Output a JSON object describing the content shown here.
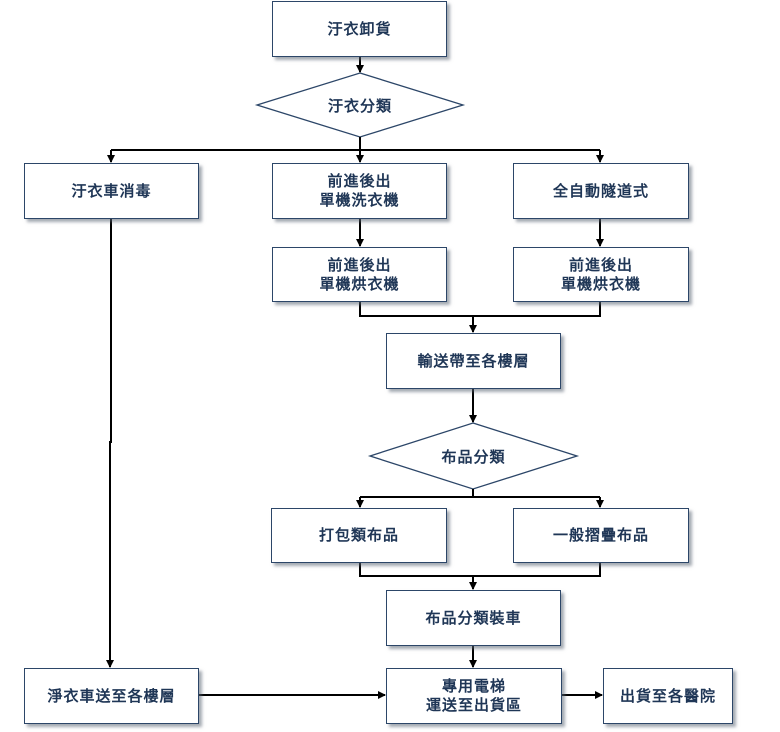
{
  "diagram": {
    "type": "flowchart",
    "colors": {
      "node_border": "#2c4668",
      "node_text": "#1f3656",
      "connector": "#000000"
    },
    "nodes": {
      "soiled_unload": {
        "label": "汙衣卸貨",
        "shape": "rect"
      },
      "soiled_sort": {
        "label": "汙衣分類",
        "shape": "diamond"
      },
      "cart_disinfect": {
        "label": "汙衣車消毒",
        "shape": "rect"
      },
      "washer": {
        "label": "前進後出\n單機洗衣機",
        "shape": "rect"
      },
      "tunnel": {
        "label": "全自動隧道式",
        "shape": "rect"
      },
      "dryer_left": {
        "label": "前進後出\n單機烘衣機",
        "shape": "rect"
      },
      "dryer_right": {
        "label": "前進後出\n單機烘衣機",
        "shape": "rect"
      },
      "conveyor": {
        "label": "輸送帶至各樓層",
        "shape": "rect"
      },
      "linen_sort": {
        "label": "布品分類",
        "shape": "diamond"
      },
      "packed": {
        "label": "打包類布品",
        "shape": "rect"
      },
      "folded": {
        "label": "一般摺疊布品",
        "shape": "rect"
      },
      "loading": {
        "label": "布品分類裝車",
        "shape": "rect"
      },
      "clean_cart": {
        "label": "淨衣車送至各樓層",
        "shape": "rect"
      },
      "elevator": {
        "label": "專用電梯\n運送至出貨區",
        "shape": "rect"
      },
      "ship": {
        "label": "出貨至各醫院",
        "shape": "rect"
      }
    },
    "edges": [
      {
        "from": "soiled_unload",
        "to": "soiled_sort"
      },
      {
        "from": "soiled_sort",
        "to": "cart_disinfect"
      },
      {
        "from": "soiled_sort",
        "to": "washer"
      },
      {
        "from": "soiled_sort",
        "to": "tunnel"
      },
      {
        "from": "washer",
        "to": "dryer_left"
      },
      {
        "from": "tunnel",
        "to": "dryer_right"
      },
      {
        "from": "dryer_left",
        "to": "conveyor"
      },
      {
        "from": "dryer_right",
        "to": "conveyor"
      },
      {
        "from": "conveyor",
        "to": "linen_sort"
      },
      {
        "from": "linen_sort",
        "to": "packed"
      },
      {
        "from": "linen_sort",
        "to": "folded"
      },
      {
        "from": "packed",
        "to": "loading"
      },
      {
        "from": "folded",
        "to": "loading"
      },
      {
        "from": "loading",
        "to": "elevator"
      },
      {
        "from": "cart_disinfect",
        "to": "clean_cart"
      },
      {
        "from": "clean_cart",
        "to": "elevator"
      },
      {
        "from": "elevator",
        "to": "ship"
      }
    ]
  }
}
